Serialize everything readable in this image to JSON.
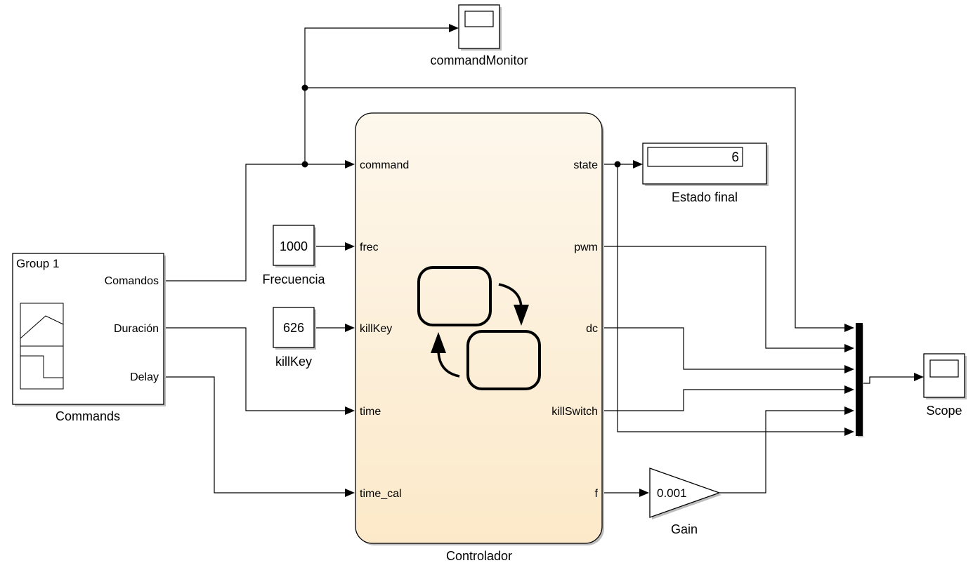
{
  "blocks": {
    "command_monitor": {
      "label": "commandMonitor"
    },
    "estado_final": {
      "label": "Estado final",
      "display_value": "6"
    },
    "frecuencia": {
      "label": "Frecuencia",
      "value": "1000"
    },
    "killkey": {
      "label": "killKey",
      "value": "626"
    },
    "commands": {
      "label": "Commands",
      "group_title": "Group 1",
      "outputs": [
        "Comandos",
        "Duración",
        "Delay"
      ]
    },
    "controlador": {
      "label": "Controlador",
      "inputs": [
        "command",
        "frec",
        "killKey",
        "time",
        "time_cal"
      ],
      "outputs": [
        "state",
        "pwm",
        "dc",
        "killSwitch",
        "f"
      ]
    },
    "gain": {
      "label": "Gain",
      "value": "0.001"
    },
    "scope": {
      "label": "Scope"
    }
  },
  "colors": {
    "chart_top": "#fdf7ec",
    "chart_bottom": "#fce9c9",
    "line": "#000000",
    "shadow": "#bdbdbd"
  }
}
